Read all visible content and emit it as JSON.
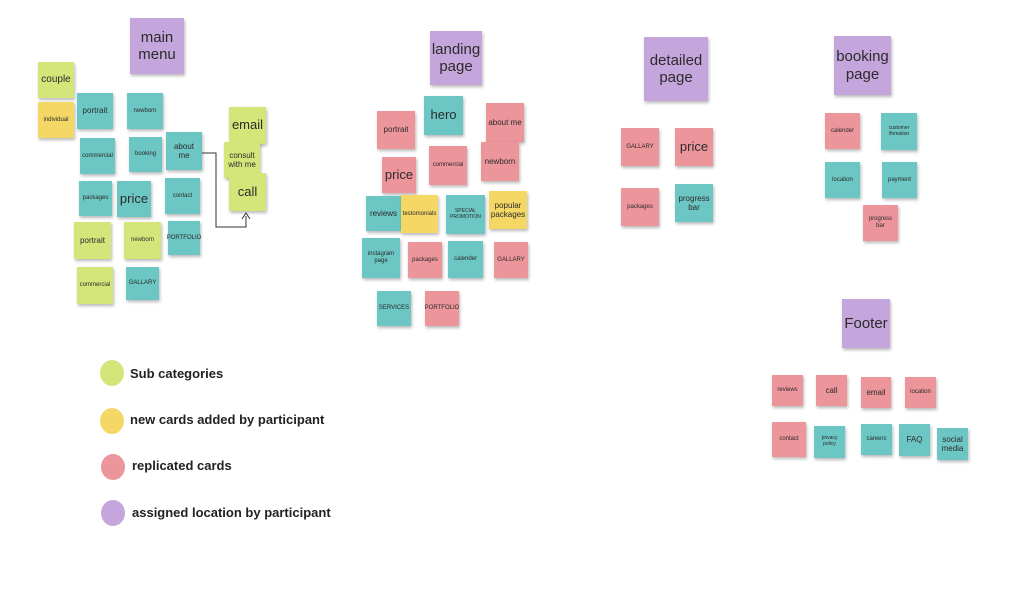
{
  "colors": {
    "purple": "#c4a6dc",
    "teal": "#6cc6c3",
    "pink": "#ec959b",
    "green": "#d4e57a",
    "yellow": "#f5d766"
  },
  "groups": {
    "main_menu": {
      "title": "main menu",
      "cards": {
        "couple": "couple",
        "individual": "individual",
        "portrait": "portrait",
        "newborn": "newborn",
        "commercial": "commercial",
        "booking": "booking",
        "about_me": "about me",
        "packages": "packages",
        "price": "price",
        "contact": "contact",
        "portrait_2": "portrait",
        "newborn_2": "newborn",
        "portfolio": "PORTFOLIO",
        "commercial_2": "commercial",
        "gallary": "GALLARY",
        "email": "email",
        "consult": "consult with me",
        "call": "call"
      }
    },
    "landing_page": {
      "title": "landing page",
      "cards": {
        "portrait": "portrait",
        "hero": "hero",
        "about_me": "about me",
        "price": "price",
        "commercial": "commercial",
        "newborn": "newborn",
        "reviews": "reviews",
        "testomonials": "testomonials",
        "special_promotion": "SPECIAL PROMOTION",
        "popular_packages": "popular packages",
        "instagram": "instagram page",
        "packages": "packages",
        "calender": "calender",
        "gallary": "GALLARY",
        "services": "SERVICES",
        "portfolio": "PORTFOLIO"
      }
    },
    "detailed_page": {
      "title": "detailed page",
      "cards": {
        "gallary": "GALLARY",
        "price": "price",
        "packages": "packages",
        "progress_bar": "progress bar"
      }
    },
    "booking_page": {
      "title": "booking page",
      "cards": {
        "calender": "calender",
        "customer_info": "customer ifomation",
        "location": "location",
        "payment": "payment",
        "progress_bar": "progress bar"
      }
    },
    "footer": {
      "title": "Footer",
      "cards": {
        "reviews": "reviews",
        "call": "call",
        "email": "email",
        "location": "location",
        "contact": "contact",
        "privacy_policy": "privacy policy",
        "careers": "careers",
        "faq": "FAQ",
        "social_media": "social media"
      }
    }
  },
  "legend": {
    "sub_categories": "Sub categories",
    "new_cards": "new cards added by participant",
    "replicated": "replicated cards",
    "assigned_location": "assigned location by participant"
  }
}
